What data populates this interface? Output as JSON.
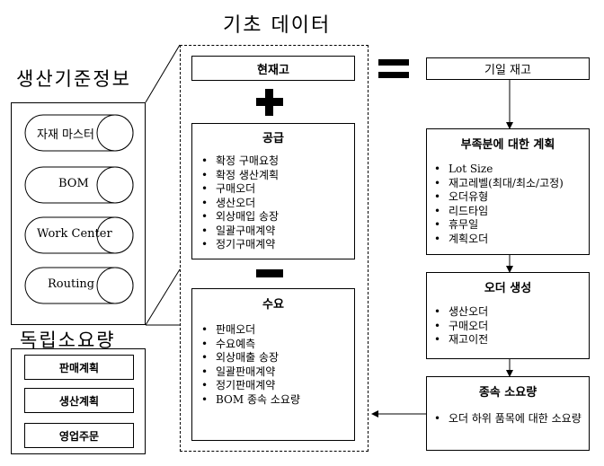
{
  "header": {
    "title": "기초 데이터"
  },
  "left": {
    "production_title": "생산기준정보",
    "master_items": [
      "자재 마스터",
      "BOM",
      "Work Center",
      "Routing"
    ],
    "independent_title": "독립소요량",
    "independent_items": [
      "판매계획",
      "생산계획",
      "영업주문"
    ]
  },
  "middle": {
    "current_stock": "현재고",
    "plus_symbol": "+",
    "minus_symbol": "−",
    "supply": {
      "title": "공급",
      "items": [
        "확정 구매요청",
        "확정 생산계획",
        "구매오더",
        "생산오더",
        "외상매입 송장",
        "일괄구매계약",
        "정기구매계약"
      ]
    },
    "demand": {
      "title": "수요",
      "items": [
        "판매오더",
        "수요예측",
        "외상매출 송장",
        "일괄판매계약",
        "정기판매계약",
        "BOM 종속 소요량"
      ]
    }
  },
  "right": {
    "equals_symbol": "=",
    "opening_stock": "기일 재고",
    "shortage_plan": {
      "title": "부족분에 대한 계획",
      "items": [
        "Lot Size",
        "재고레벨(최대/최소/고정)",
        "오더유형",
        "리드타임",
        "휴무일",
        "계획오더"
      ]
    },
    "order_creation": {
      "title": "오더 생성",
      "items": [
        "생산오더",
        "구매오더",
        "재고이전"
      ]
    },
    "dependent_demand": {
      "title": "종속 소요량",
      "items": [
        "오더 하위 품목에 대한 소요량"
      ]
    }
  },
  "colors": {
    "line": "#000000",
    "background": "#ffffff"
  }
}
